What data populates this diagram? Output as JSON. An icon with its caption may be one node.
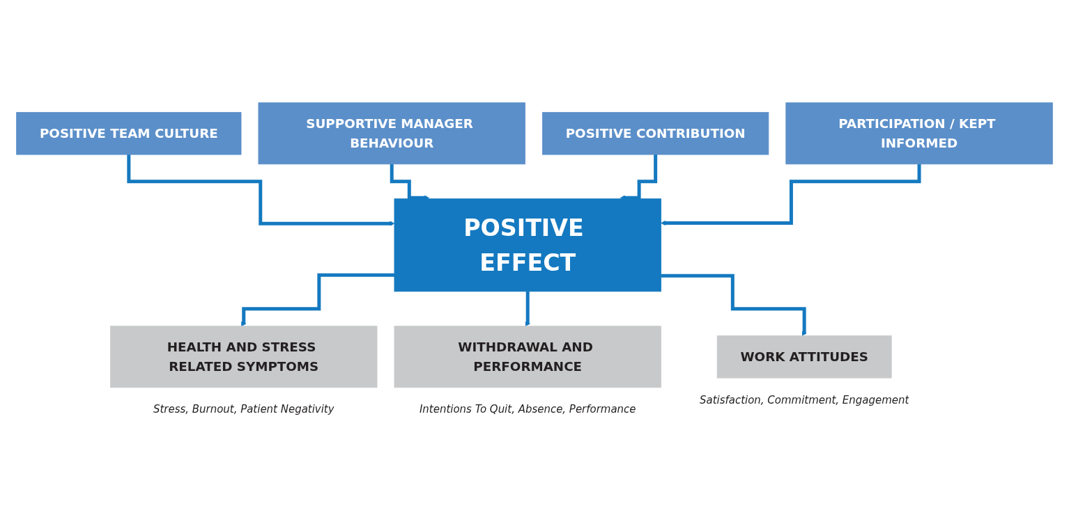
{
  "diagram": {
    "nodes": [
      {
        "text": [
          "POSITIVE TEAM CULTURE"
        ]
      },
      {
        "text": [
          "SUPPORTIVE MANAGER BEHAVIOUR"
        ]
      },
      {
        "text": [
          "POSITIVE CONTRIBUTION"
        ]
      },
      {
        "text": [
          "PARTICIPATION / KEPT INFORMED"
        ]
      },
      {
        "text": [
          "POSITIVE EFFECT"
        ]
      },
      {
        "text": [
          "HEALTH AND STRESS RELATED SYMPTOMS"
        ],
        "beside": [
          "Stress, Burnout, Patient Negativity"
        ]
      },
      {
        "text": [
          "WITHDRAWAL AND PERFORMANCE"
        ],
        "beside": [
          "Intentions To Quit, Absence, Performance"
        ]
      },
      {
        "text": [
          "WORK ATTITUDES"
        ],
        "beside": [
          "Satisfaction, Commitment, Engagement"
        ]
      }
    ],
    "edges": [
      {
        "from": 0,
        "to": 4,
        "arrow": "to"
      },
      {
        "from": 1,
        "to": 4,
        "arrow": "to"
      },
      {
        "from": 2,
        "to": 4,
        "arrow": "to"
      },
      {
        "from": 3,
        "to": 4,
        "arrow": "to"
      },
      {
        "from": 4,
        "to": 5,
        "arrow": "to"
      },
      {
        "from": 4,
        "to": 6,
        "arrow": "to"
      },
      {
        "from": 4,
        "to": 7,
        "arrow": "to"
      }
    ]
  }
}
